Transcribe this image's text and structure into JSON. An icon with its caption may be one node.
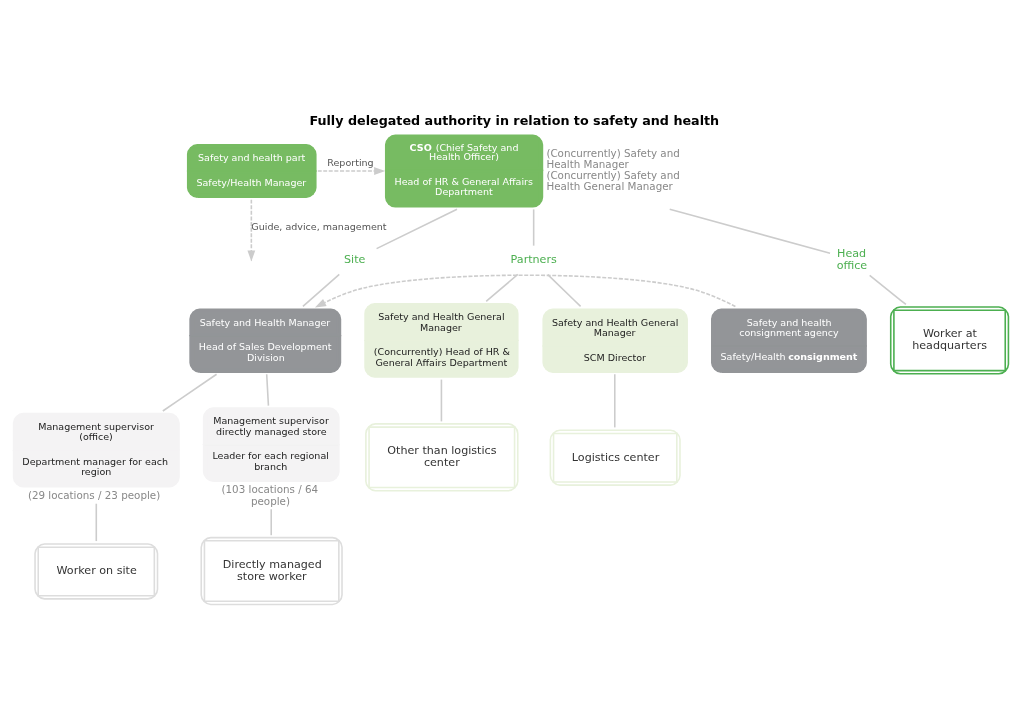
{
  "diagram": {
    "title": "Fully delegated authority in relation to safety and health",
    "nodes": [
      {
        "text": [
          "Safety and health part",
          "Safety/Health Manager"
        ]
      },
      {
        "text": [
          "**CSO** (Chief Safety and Health Officer)",
          "Head of HR & General Affairs Department"
        ],
        "beside": [
          "(Concurrently) Safety and Health Manager",
          "(Concurrently) Safety and Health General Manager"
        ]
      },
      {
        "text": [
          "Head office"
        ]
      },
      {
        "text": [
          "Site"
        ]
      },
      {
        "text": [
          "Partners"
        ]
      },
      {
        "text": [
          "Safety and Health Manager",
          "Head of Sales Development Division"
        ]
      },
      {
        "text": [
          "Safety and health consignment agency",
          "Safety/Health **consignment**"
        ]
      },
      {
        "text": [
          "Management supervisor (office)",
          "Department manager for each region"
        ],
        "beside": [
          "(29 locations / 23 people)"
        ]
      },
      {
        "text": [
          "Management supervisor directly managed store",
          "Leader for each regional branch"
        ],
        "beside": [
          "(103 locations / 64 people)"
        ]
      },
      {
        "text": [
          "Safety and Health General Manager",
          "SCM Director"
        ]
      },
      {
        "text": [
          "Safety and Health General Manager",
          "(Concurrently) Head of HR & General Affairs Department"
        ]
      },
      {
        "text": [
          "Worker at headquarters"
        ]
      },
      {
        "text": [
          "Worker on site"
        ]
      },
      {
        "text": [
          "Directly managed store worker"
        ]
      },
      {
        "text": [
          "Logistics center"
        ]
      },
      {
        "text": [
          "Other than logistics center"
        ]
      }
    ],
    "edges": [
      {
        "from": 0,
        "to": 1,
        "arrow": "to",
        "style": "dashed",
        "label": "Reporting"
      },
      {
        "from": 0,
        "to": null,
        "arrow": "to",
        "style": "dashed",
        "label": "Guide, advice, management"
      },
      {
        "from": 1,
        "to": 2,
        "arrow": "none"
      },
      {
        "from": 1,
        "to": 3,
        "arrow": "none"
      },
      {
        "from": 1,
        "to": 4,
        "arrow": "none"
      },
      {
        "from": 3,
        "to": 5,
        "arrow": "none"
      },
      {
        "from": 6,
        "to": 5,
        "arrow": "to",
        "style": "dashed"
      },
      {
        "from": 5,
        "to": 7,
        "arrow": "none"
      },
      {
        "from": 5,
        "to": 8,
        "arrow": "none"
      },
      {
        "from": 4,
        "to": 9,
        "arrow": "none"
      },
      {
        "from": 4,
        "to": 10,
        "arrow": "none"
      },
      {
        "from": 2,
        "to": 11,
        "arrow": "none"
      },
      {
        "from": 7,
        "to": 12,
        "arrow": "none"
      },
      {
        "from": 8,
        "to": 13,
        "arrow": "none"
      },
      {
        "from": 9,
        "to": 14,
        "arrow": "none"
      },
      {
        "from": 10,
        "to": 15,
        "arrow": "none"
      }
    ]
  }
}
